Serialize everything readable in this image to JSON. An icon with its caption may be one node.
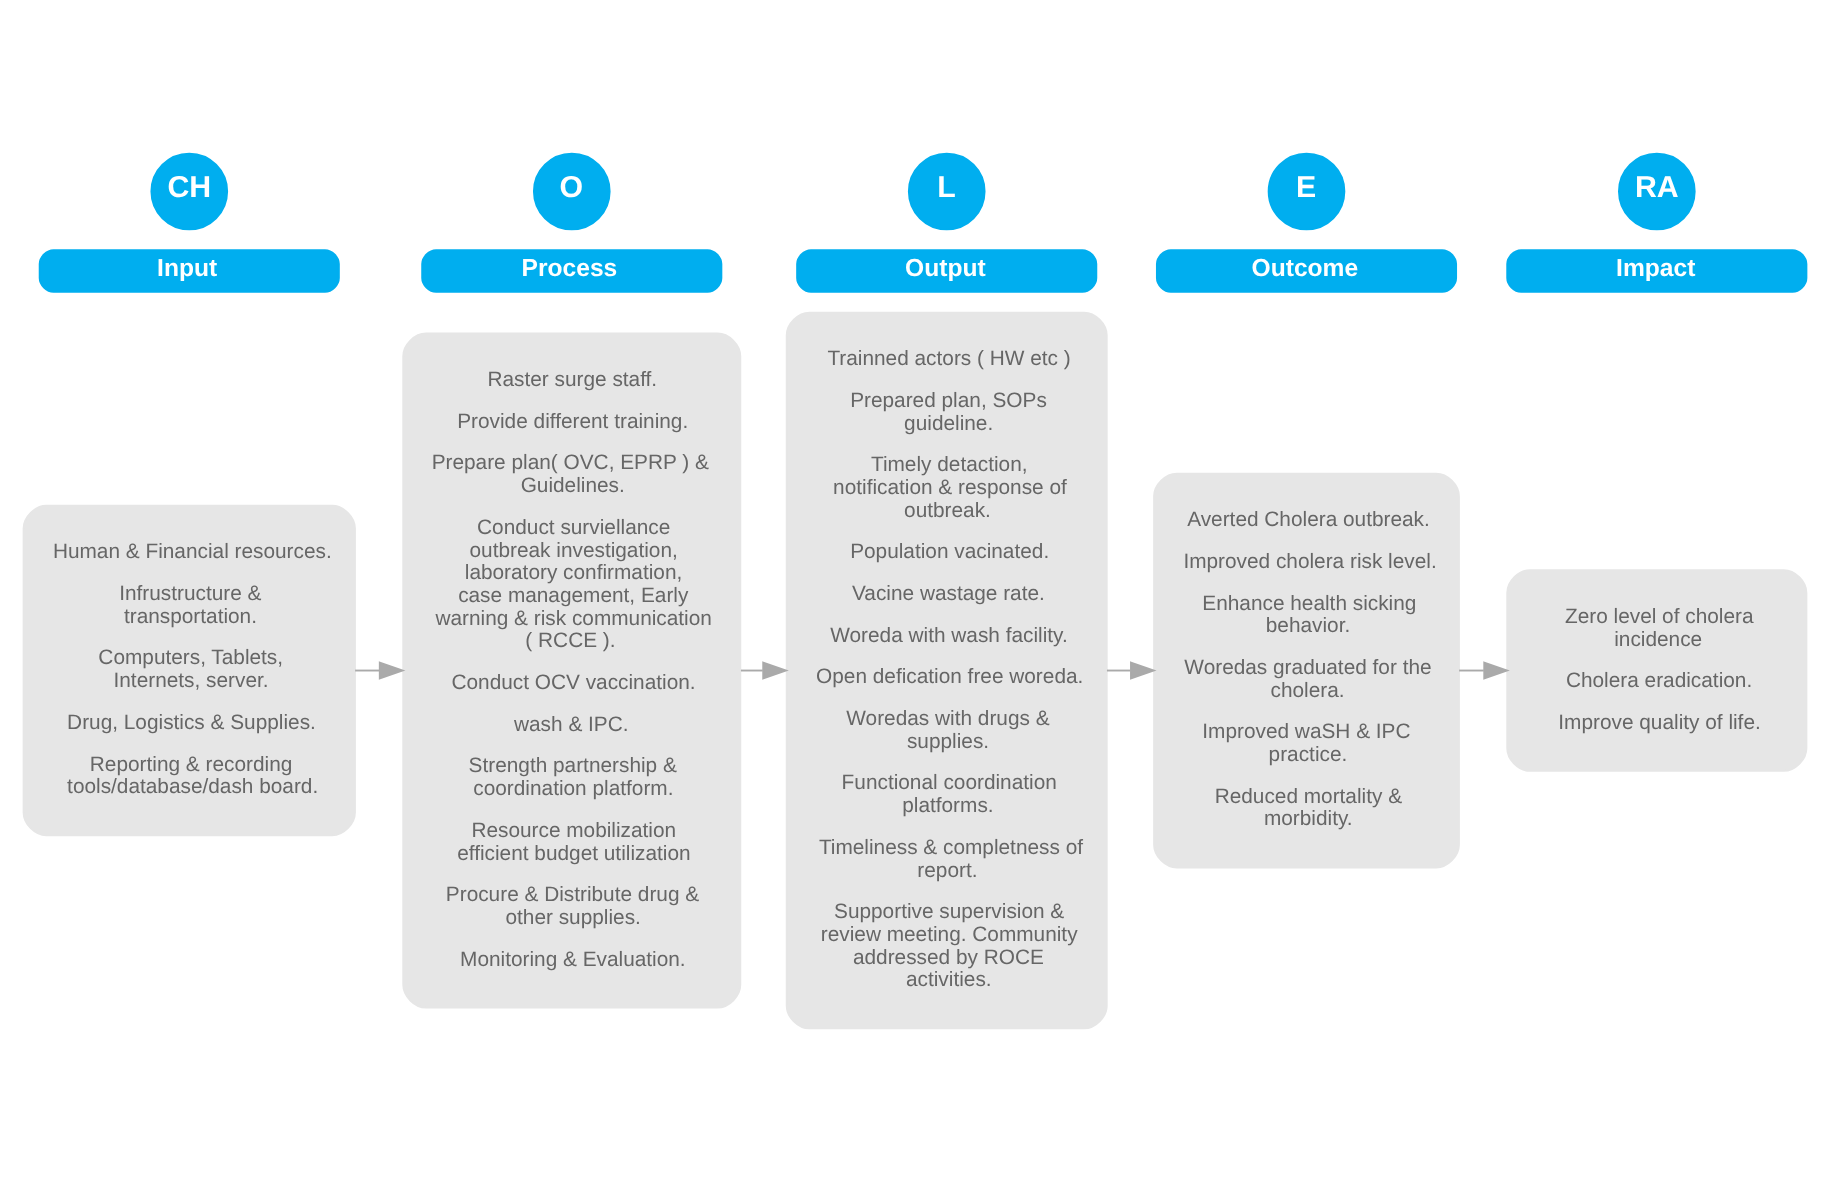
{
  "diagram": {
    "nodes": [
      {
        "text": [
          "CH"
        ]
      },
      {
        "text": [
          "Input"
        ]
      },
      {
        "text": [
          "Human & Financial resources.",
          "Infrustructure & transportation.",
          "Computers, Tablets, Internets, server.",
          "Drug, Logistics & Supplies.",
          "Reporting & recording tools/database/dash board."
        ]
      },
      {
        "text": [
          "O"
        ]
      },
      {
        "text": [
          "Process"
        ]
      },
      {
        "text": [
          "Raster surge staff.",
          "Provide different training.",
          "Prepare plan( OVC, EPRP ) & Guidelines.",
          "Conduct surviellance outbreak investigation, laboratory confirmation, case management, Early warning & risk communication ( RCCE ).",
          "Conduct OCV vaccination.",
          "wash & IPC.",
          "Strength partnership & coordination platform.",
          "Resource mobilization efficient budget utilization",
          "Procure & Distribute drug & other supplies.",
          "Monitoring & Evaluation."
        ]
      },
      {
        "text": [
          "L"
        ]
      },
      {
        "text": [
          "Output"
        ]
      },
      {
        "text": [
          "Trainned actors ( HW etc )",
          "Prepared plan, SOPs guideline.",
          "Timely detaction, notification & response of outbreak.",
          "Population vacinated.",
          "Vacine wastage rate.",
          "Woreda with wash facility.",
          "Open defication free woreda.",
          "Woredas with drugs & supplies.",
          "Functional coordination platforms.",
          "Timeliness & completness of report.",
          "Supportive supervision & review meeting. Community addressed by ROCE activities."
        ]
      },
      {
        "text": [
          "E"
        ]
      },
      {
        "text": [
          "Outcome"
        ]
      },
      {
        "text": [
          "Averted Cholera outbreak.",
          "Improved cholera risk level.",
          "Enhance health sicking behavior.",
          "Woredas graduated for the cholera.",
          "Improved waSH & IPC practice.",
          "Reduced mortality & morbidity."
        ]
      },
      {
        "text": [
          "RA"
        ]
      },
      {
        "text": [
          "Impact"
        ]
      },
      {
        "text": [
          "Zero level of cholera incidence",
          "Cholera eradication.",
          "Improve quality of life."
        ]
      }
    ],
    "edges": [
      {
        "from": 2,
        "to": 5,
        "arrow": "to"
      },
      {
        "from": 5,
        "to": 8,
        "arrow": "to"
      },
      {
        "from": 8,
        "to": 11,
        "arrow": "to"
      },
      {
        "from": 11,
        "to": 14,
        "arrow": "to"
      }
    ]
  }
}
